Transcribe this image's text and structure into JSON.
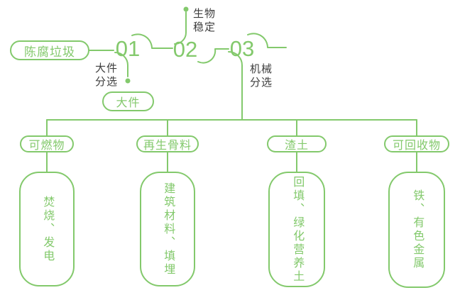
{
  "diagram": {
    "source_label": "陈腐垃圾",
    "steps": [
      {
        "number": "01",
        "label": "大件\n分选",
        "output": "大件"
      },
      {
        "number": "02",
        "label": "生物\n稳定"
      },
      {
        "number": "03",
        "label": "机械\n分选"
      }
    ],
    "branches": [
      {
        "category": "可燃物",
        "disposal": "焚烧、发电"
      },
      {
        "category": "再生骨料",
        "disposal": "建筑材料、填埋"
      },
      {
        "category": "渣土",
        "disposal": "回填、绿化营养土"
      },
      {
        "category": "可回收物",
        "disposal": "铁、有色金属"
      }
    ],
    "colors": {
      "line_green": "#83c96c",
      "dark_text": "#3d3d3d",
      "background": "#ffffff"
    }
  }
}
